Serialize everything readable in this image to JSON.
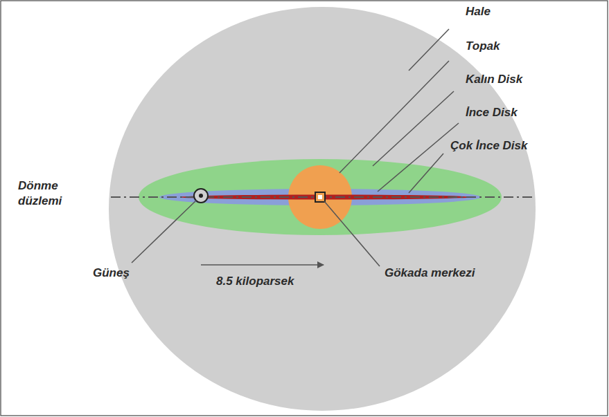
{
  "diagram": {
    "labels": [
      "Hale",
      "Topak",
      "Kalın Disk",
      "İnce Disk",
      "Çok İnce Disk",
      "Dönme düzlemi",
      "Güneş",
      "8.5 kiloparsek",
      "Gökada merkezi"
    ]
  }
}
